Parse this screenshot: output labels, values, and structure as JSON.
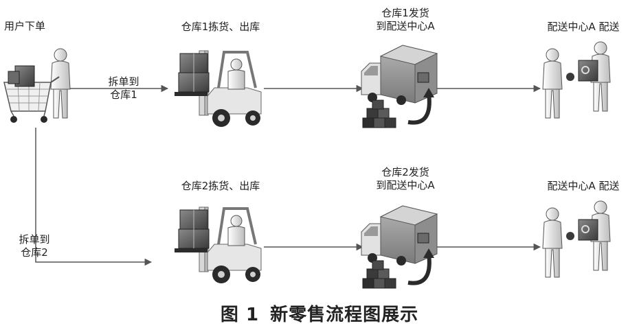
{
  "nodes": {
    "customer": "用户下单",
    "wh1_pick": "仓库1拣货、出库",
    "wh1_ship_line1": "仓库1发货",
    "wh1_ship_line2": "到配送中心A",
    "center_deliver_1": "配送中心A 配送",
    "wh2_pick": "仓库2拣货、出库",
    "wh2_ship_line1": "仓库2发货",
    "wh2_ship_line2": "到配送中心A",
    "center_deliver_2": "配送中心A 配送"
  },
  "edges": {
    "split1_line1": "拆单到",
    "split1_line2": "仓库1",
    "split2_line1": "拆单到",
    "split2_line2": "仓库2"
  },
  "caption": {
    "figure_no": "图 1",
    "text": "新零售流程图展示"
  }
}
